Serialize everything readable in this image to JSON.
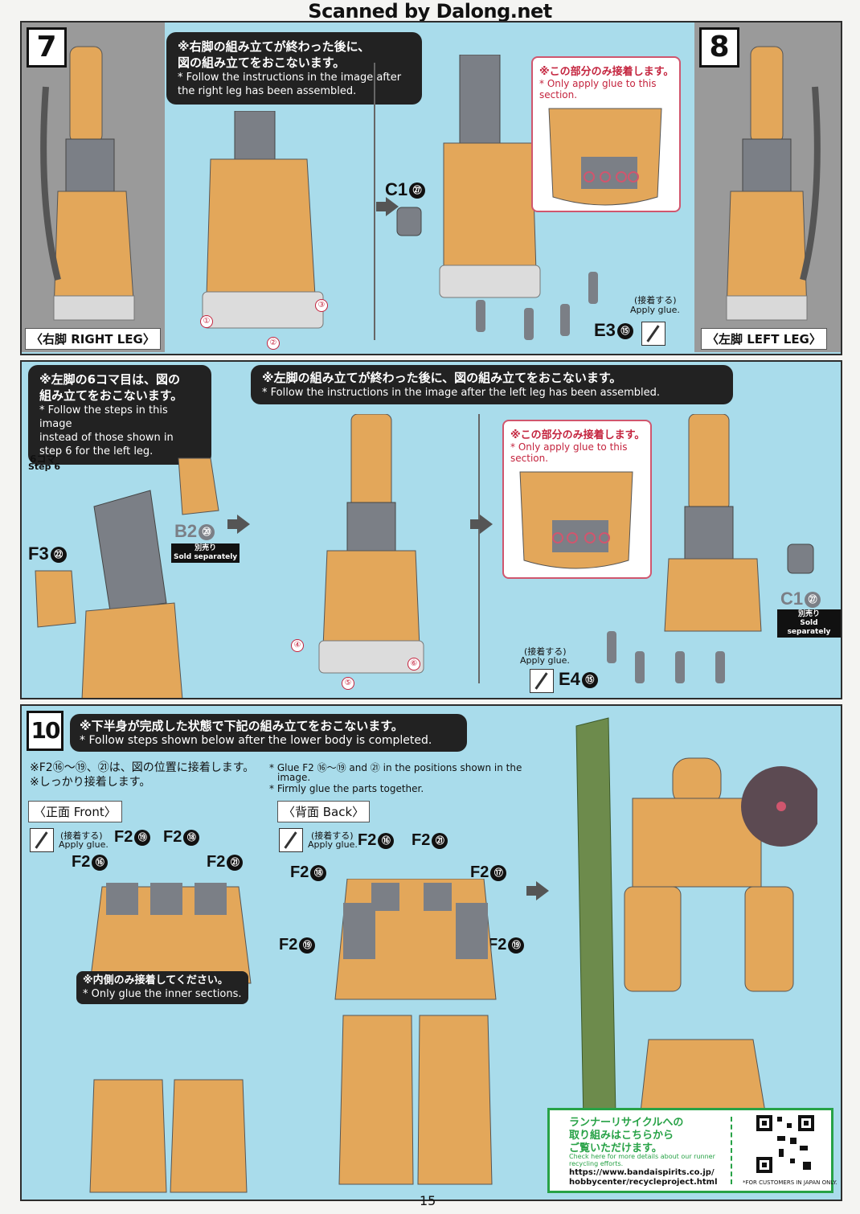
{
  "header": {
    "scanner": "Scanned by Dalong.net"
  },
  "step7": {
    "number": "7",
    "note_jp_1": "※右脚の組み立てが終わった後に、",
    "note_jp_2": "図の組み立てをおこないます。",
    "note_en_1": "* Follow the instructions in the image after",
    "note_en_2": "the right leg has been assembled.",
    "leg_label_jp": "〈右脚",
    "leg_label_en": "RIGHT LEG〉",
    "callouts": [
      "①",
      "②",
      "③"
    ],
    "part_c1": "C1",
    "part_c1_num": "㉗",
    "glue_note_jp": "※この部分のみ接着します。",
    "glue_note_en": "* Only apply glue to this section.",
    "apply_jp": "(接着する)",
    "apply_en": "Apply glue.",
    "part_e3": "E3",
    "part_e3_num": "⑮"
  },
  "step8": {
    "number": "8",
    "leg_label_jp": "〈左脚",
    "leg_label_en": "LEFT LEG〉"
  },
  "step9": {
    "note1_jp_1": "※左脚の6コマ目は、図の",
    "note1_jp_2": "組み立てをおこないます。",
    "note1_en_1": "* Follow the steps in this image",
    "note1_en_2": "instead of those shown in",
    "note1_en_3": "step 6 for the left leg.",
    "step6_jp": "6コマ",
    "step6_en": "Step 6",
    "part_b2": "B2",
    "part_b2_num": "⑳",
    "sold_jp": "別売り",
    "sold_en": "Sold separately",
    "part_f3": "F3",
    "part_f3_num": "㉒",
    "note2_jp": "※左脚の組み立てが終わった後に、図の組み立てをおこないます。",
    "note2_en": "* Follow the instructions in the image after the left leg has been assembled.",
    "callouts": [
      "④",
      "⑤",
      "⑥"
    ],
    "glue_note_jp": "※この部分のみ接着します。",
    "glue_note_en": "* Only apply glue to this section.",
    "part_c1": "C1",
    "part_c1_num": "㉗",
    "apply_jp": "(接着する)",
    "apply_en": "Apply glue.",
    "part_e4": "E4",
    "part_e4_num": "⑮"
  },
  "step10": {
    "number": "10",
    "note_jp": "※下半身が完成した状態で下記の組み立てをおこないます。",
    "note_en": "* Follow steps shown below after the lower body is completed.",
    "instr_jp_1": "※F2⑯～⑲、㉑は、図の位置に接着します。",
    "instr_jp_2": "※しっかり接着します。",
    "instr_en_1": "* Glue F2 ⑯～⑲ and ㉑ in the positions shown in the",
    "instr_en_2": "image.",
    "instr_en_3": "* Firmly glue the parts together.",
    "front_label": "〈正面 Front〉",
    "back_label": "〈背面 Back〉",
    "apply_jp": "(接着する)",
    "apply_en": "Apply glue.",
    "front_parts": [
      {
        "label": "F2",
        "num": "⑯"
      },
      {
        "label": "F2",
        "num": "⑲"
      },
      {
        "label": "F2",
        "num": "⑱"
      },
      {
        "label": "F2",
        "num": "㉑"
      }
    ],
    "back_parts": [
      {
        "label": "F2",
        "num": "⑯"
      },
      {
        "label": "F2",
        "num": "㉑"
      },
      {
        "label": "F2",
        "num": "⑱"
      },
      {
        "label": "F2",
        "num": "⑰"
      },
      {
        "label": "F2",
        "num": "⑲"
      },
      {
        "label": "F2",
        "num": "⑲"
      }
    ],
    "inner_jp": "※内側のみ接着してください。",
    "inner_en": "* Only glue the inner sections."
  },
  "recycle": {
    "jp_1": "ランナーリサイクルへの",
    "jp_2": "取り組みはこちらから",
    "jp_3": "ご覧いただけます。",
    "en_1": "Check here for more details about our runner",
    "en_2": "recycling efforts.",
    "url_1": "https://www.bandaispirits.co.jp/",
    "url_2": "hobbycenter/recycleproject.html",
    "japan_note": "*FOR CUSTOMERS IN JAPAN ONLY."
  },
  "footer": {
    "page": "15"
  },
  "colors": {
    "panel": "#a9dceb",
    "orange": "#e3a75a",
    "grey": "#7b7f86",
    "pink": "#d0566e",
    "recycle_green": "#27a246"
  }
}
